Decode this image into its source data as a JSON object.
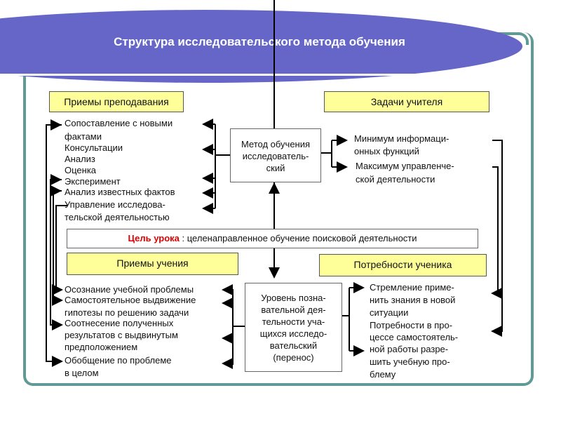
{
  "title": "Структура исследовательского метода обучения",
  "teaching_methods": {
    "header": "Приемы преподавания",
    "items": [
      "Сопоставление с новыми",
      "фактами",
      "Консультации",
      "Анализ",
      "Оценка",
      "Эксперимент",
      "Анализ известных фактов",
      "Управление исследова-",
      "тельской деятельностью"
    ]
  },
  "teacher_tasks": {
    "header": "Задачи учителя",
    "items": [
      "Минимум информаци-",
      "онных функций",
      "Максимум управленче-",
      "ской деятельности"
    ]
  },
  "method_box": [
    "Метод обучения",
    "исследователь-",
    "ский"
  ],
  "goal": {
    "label": "Цель урока",
    "text": " : целенаправленное обучение поисковой деятельности"
  },
  "learning_methods": {
    "header": "Приемы учения",
    "items": [
      "Осознание учебной проблемы",
      "Самостоятельное выдвижение",
      "гипотезы по решению задачи",
      "Соотнесение полученных",
      "результатов с выдвинутым",
      "предположением",
      "Обобщение по проблеме",
      "в целом"
    ]
  },
  "level_box": [
    "Уровень позна-",
    "вательной дея-",
    "тельности уча-",
    "щихся исследо-",
    "вательский",
    "(перенос)"
  ],
  "student_needs": {
    "header": "Потребности ученика",
    "items": [
      "Стремление приме-",
      "нить знания в новой",
      "ситуации",
      "Потребности в про-",
      "цессе самостоятель-",
      "ной работы разре-",
      "шить учебную про-",
      "блему"
    ]
  },
  "colors": {
    "banner": "#6666c8",
    "frame": "#5f9a96",
    "box": "#ffff99",
    "goal_label": "#e00000"
  }
}
